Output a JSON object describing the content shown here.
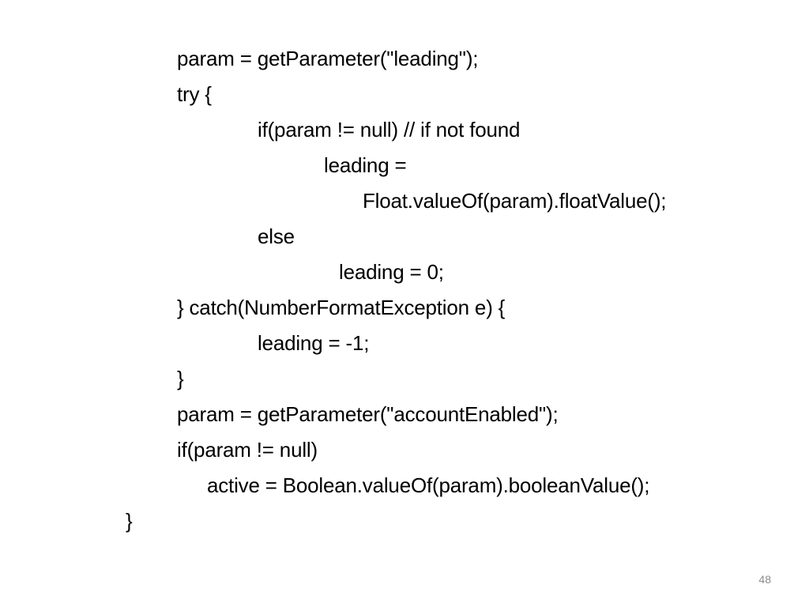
{
  "slide": {
    "code_lines": [
      "param = getParameter(\"leading\");",
      "try {",
      "if(param != null) // if not found",
      "leading =",
      "Float.valueOf(param).floatValue();",
      "else",
      "leading = 0;",
      "} catch(NumberFormatException e) {",
      "leading = -1;",
      "}",
      "param = getParameter(\"accountEnabled\");",
      "if(param != null)",
      "active = Boolean.valueOf(param).booleanValue();",
      "}"
    ],
    "slide_number": "48"
  }
}
